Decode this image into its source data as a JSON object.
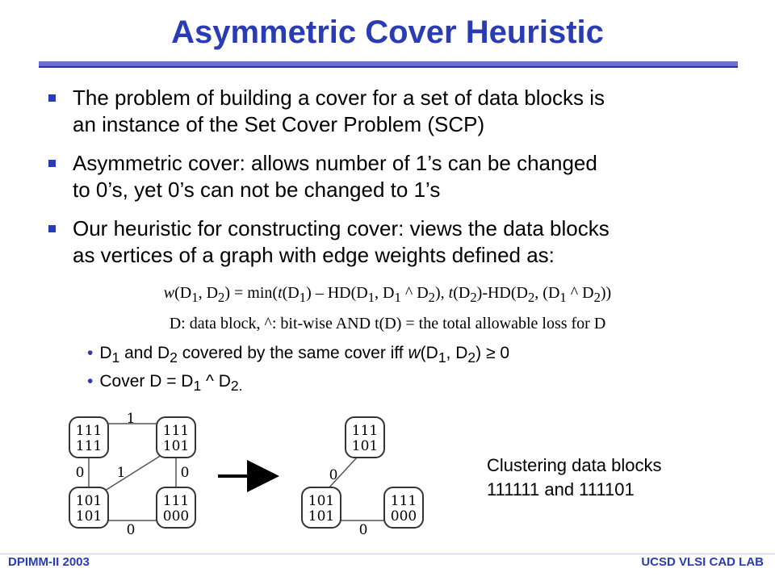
{
  "title": "Asymmetric Cover Heuristic",
  "bullets": [
    {
      "line1": "The problem of building a cover for a set of data blocks is",
      "line2": "an instance of the Set Cover Problem (SCP)"
    },
    {
      "line1": "Asymmetric cover: allows number of 1’s can be changed",
      "line2": "to 0’s, yet 0’s can not be changed to 1’s"
    },
    {
      "line1": "Our heuristic for constructing cover:  views the data blocks",
      "line2": "as vertices of a graph with edge weights defined as:"
    }
  ],
  "formula": {
    "w": "w",
    "p1": "(D",
    "s1": "1",
    "p2": ", D",
    "s2": "2",
    "p3": ") = min(",
    "t1": "t",
    "p4": "(D",
    "s3": "1",
    "p5": ") – HD(D",
    "s4": "1",
    "p6": ", D",
    "s5": "1",
    "p7": " ^ D",
    "s6": "2",
    "p8": "), ",
    "t2": "t",
    "p9": "(D",
    "s7": "2",
    "p10": ")-HD(D",
    "s8": "2",
    "p11": ", (D",
    "s9": "1",
    "p12": " ^ D",
    "s10": "2",
    "p13": "))"
  },
  "definition": "D: data block, ^: bit-wise AND    t(D) = the total allowable loss for D",
  "sub1": {
    "a": "D",
    "s1": "1",
    "b": " and D",
    "s2": "2",
    "c": " covered by the same cover iff ",
    "w": "w",
    "d": "(D",
    "s3": "1",
    "e": ", D",
    "s4": "2",
    "f": ") ≥ 0"
  },
  "sub2": {
    "a": "Cover D = D",
    "s1": "1",
    "b": " ^ D",
    "s2": "2."
  },
  "graph_left": {
    "nodes": [
      {
        "id": "tl",
        "line1": "111",
        "line2": "111"
      },
      {
        "id": "tr",
        "line1": "111",
        "line2": "101"
      },
      {
        "id": "bl",
        "line1": "101",
        "line2": "101"
      },
      {
        "id": "br",
        "line1": "111",
        "line2": "000"
      }
    ],
    "edges": [
      {
        "from": "tl",
        "to": "tr",
        "weight": "1"
      },
      {
        "from": "tl",
        "to": "bl",
        "weight": "0"
      },
      {
        "from": "tr",
        "to": "bl",
        "weight": "1"
      },
      {
        "from": "tr",
        "to": "br",
        "weight": "0"
      },
      {
        "from": "bl",
        "to": "br",
        "weight": "0"
      }
    ]
  },
  "graph_right": {
    "nodes": [
      {
        "id": "top",
        "line1": "111",
        "line2": "101"
      },
      {
        "id": "bl",
        "line1": "101",
        "line2": "101"
      },
      {
        "id": "br",
        "line1": "111",
        "line2": "000"
      }
    ],
    "edges": [
      {
        "from": "top",
        "to": "bl",
        "weight": "0"
      },
      {
        "from": "bl",
        "to": "br",
        "weight": "0"
      }
    ]
  },
  "caption": {
    "line1": "Clustering data blocks",
    "line2": "111111 and 111101"
  },
  "footer": {
    "left": "DPIMM-II 2003",
    "right": "UCSD VLSI CAD LAB"
  },
  "colors": {
    "accent": "#2a3cb4"
  }
}
